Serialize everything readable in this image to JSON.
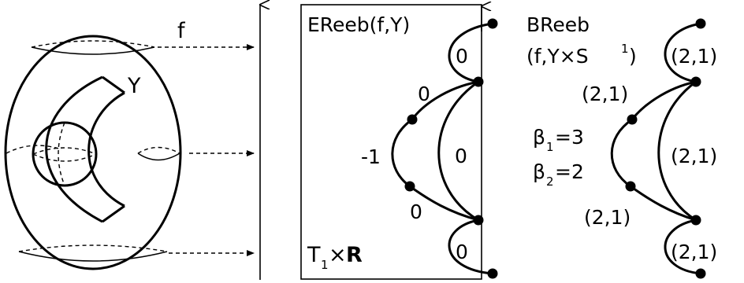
{
  "left_figure": {
    "map_label": "f",
    "surface_label": "Y"
  },
  "middle_figure": {
    "title": "EReeb(f,Y)",
    "bottom_label": {
      "main": "T",
      "sub": "1",
      "times": "×",
      "bold": "R"
    },
    "edge_labels": [
      "0",
      "0",
      "-1",
      "0",
      "0",
      "0"
    ]
  },
  "right_figure": {
    "title_line1": "BReeb",
    "title_line2": {
      "pre": "(f,Y×S",
      "sup": "1",
      "post": ")"
    },
    "beta1": {
      "symbol": "β",
      "sub": "1",
      "eq": "=3"
    },
    "beta2": {
      "symbol": "β",
      "sub": "2",
      "eq": "=2"
    },
    "edge_labels": [
      "(2,1)",
      "(2,1)",
      "(2,1)",
      "(2,1)",
      "(2,1)"
    ]
  }
}
